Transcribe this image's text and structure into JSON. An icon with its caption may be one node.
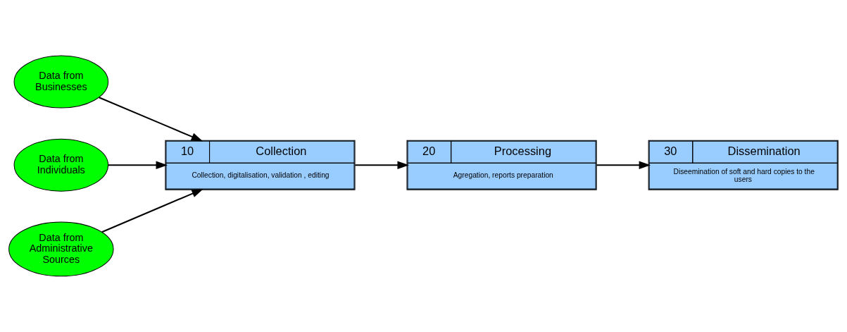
{
  "diagram": {
    "nodes": [
      {
        "text": [
          "Data from Businesses"
        ]
      },
      {
        "text": [
          "Data from Individuals"
        ]
      },
      {
        "text": [
          "Data from Administrative Sources"
        ]
      },
      {
        "text": [
          "10",
          "Collection",
          "Collection, digitalisation, validation , editing"
        ]
      },
      {
        "text": [
          "20",
          "Processing",
          "Agregation, reports preparation"
        ]
      },
      {
        "text": [
          "30",
          "Dissemination",
          "Diseemination of soft and hard copies to the users"
        ]
      }
    ],
    "edges": [
      {
        "from": 0,
        "to": 3,
        "arrow": "to"
      },
      {
        "from": 1,
        "to": 3,
        "arrow": "to"
      },
      {
        "from": 2,
        "to": 3,
        "arrow": "to"
      },
      {
        "from": 3,
        "to": 4,
        "arrow": "to"
      },
      {
        "from": 4,
        "to": 5,
        "arrow": "to"
      }
    ]
  }
}
